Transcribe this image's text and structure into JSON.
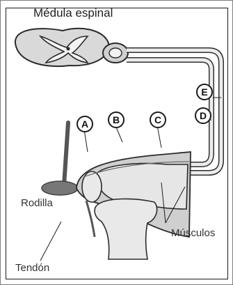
{
  "title": "Médula espinal",
  "markers": {
    "a": "A",
    "b": "B",
    "c": "C",
    "d": "D",
    "e": "E"
  },
  "labels": {
    "rodilla": "Rodilla",
    "musculos": "Músculos",
    "tendon": "Tendón"
  },
  "colors": {
    "bone": "#e4e4e4",
    "muscle": "#cfcfcf",
    "outline": "#2a2a2a",
    "nerve": "#444444"
  }
}
